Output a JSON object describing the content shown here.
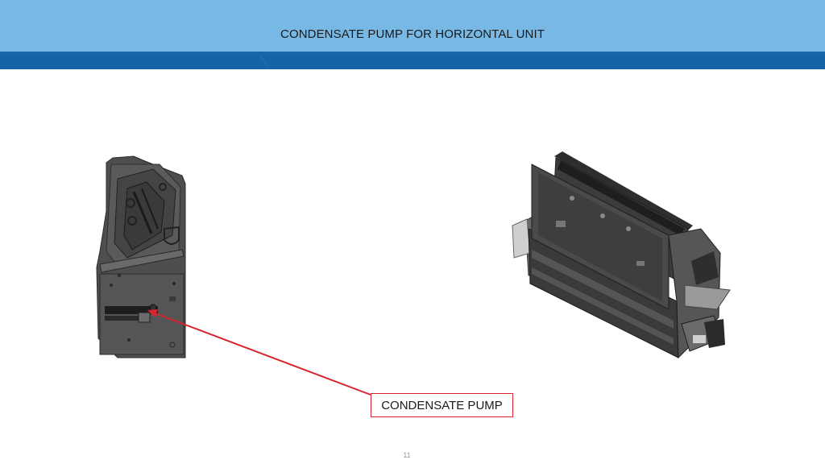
{
  "slide": {
    "title": "CONDENSATE PUMP FOR HORIZONTAL UNIT",
    "callout_label": "CONDENSATE PUMP",
    "page_number": "11"
  },
  "colors": {
    "header_light": "#78b8e4",
    "header_dark": "#1563a8",
    "callout_red": "#d9232d"
  },
  "figures": [
    {
      "name": "unit-side-view",
      "description": "side view of horizontal unit showing condensate pump"
    },
    {
      "name": "unit-isometric-view",
      "description": "isometric view of horizontal unit"
    }
  ]
}
